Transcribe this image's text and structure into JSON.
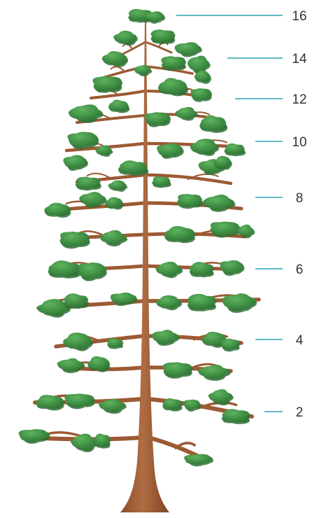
{
  "colors": {
    "trunk": "#a8643c",
    "trunk_dark": "#7e4526",
    "foliage": "#3f8f43",
    "foliage_light": "#58ad58",
    "foliage_dark": "#2e6f34",
    "leader_line": "#2aa3b2",
    "label_text": "#333333"
  },
  "labels": [
    {
      "text": "16"
    },
    {
      "text": "14"
    },
    {
      "text": "12"
    },
    {
      "text": "10"
    },
    {
      "text": "8"
    },
    {
      "text": "6"
    },
    {
      "text": "4"
    },
    {
      "text": "2"
    }
  ]
}
